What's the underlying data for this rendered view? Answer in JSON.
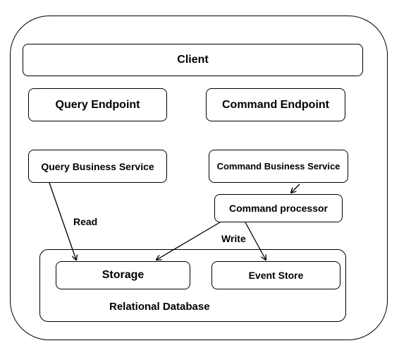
{
  "client": {
    "label": "Client"
  },
  "endpoints": {
    "query": "Query Endpoint",
    "command": "Command Endpoint"
  },
  "services": {
    "query": "Query Business Service",
    "command": "Command Business Service"
  },
  "processor": {
    "label": "Command processor"
  },
  "edges": {
    "read": "Read",
    "write": "Write"
  },
  "database": {
    "title": "Relational Database",
    "storage": "Storage",
    "event_store": "Event Store"
  }
}
